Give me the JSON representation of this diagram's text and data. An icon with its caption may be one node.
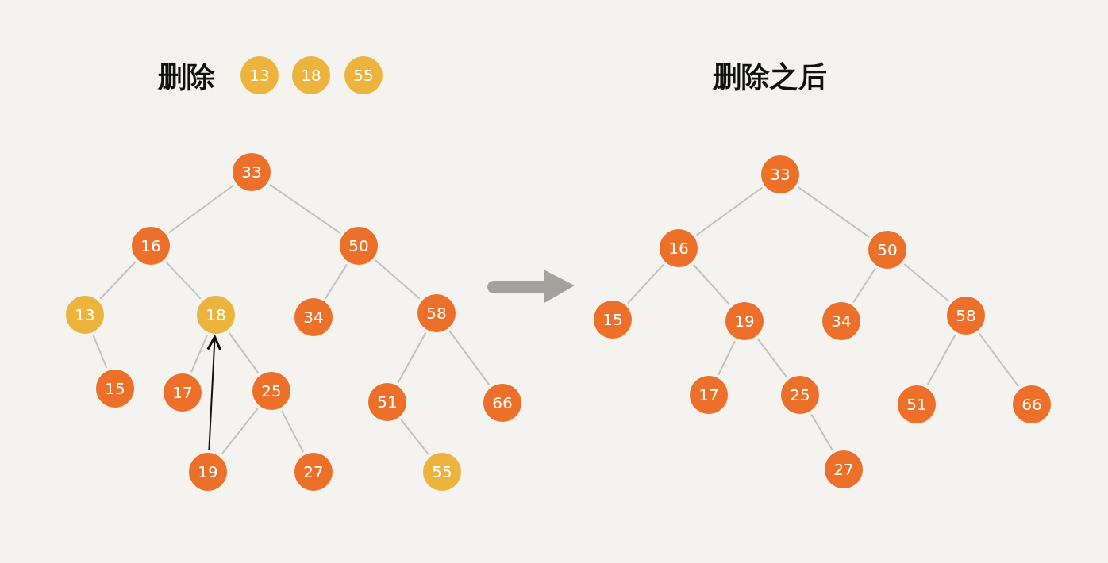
{
  "diagram": {
    "nodes": [
      {
        "text": [
          "13"
        ]
      },
      {
        "text": [
          "18"
        ]
      },
      {
        "text": [
          "55"
        ]
      },
      {
        "text": [
          "33"
        ]
      },
      {
        "text": [
          "16"
        ]
      },
      {
        "text": [
          "50"
        ]
      },
      {
        "text": [
          "13"
        ]
      },
      {
        "text": [
          "18"
        ]
      },
      {
        "text": [
          "34"
        ]
      },
      {
        "text": [
          "58"
        ]
      },
      {
        "text": [
          "15"
        ]
      },
      {
        "text": [
          "17"
        ]
      },
      {
        "text": [
          "25"
        ]
      },
      {
        "text": [
          "51"
        ]
      },
      {
        "text": [
          "66"
        ]
      },
      {
        "text": [
          "19"
        ]
      },
      {
        "text": [
          "27"
        ]
      },
      {
        "text": [
          "55"
        ]
      },
      {
        "text": [
          "33"
        ]
      },
      {
        "text": [
          "16"
        ]
      },
      {
        "text": [
          "50"
        ]
      },
      {
        "text": [
          "15"
        ]
      },
      {
        "text": [
          "19"
        ]
      },
      {
        "text": [
          "34"
        ]
      },
      {
        "text": [
          "58"
        ]
      },
      {
        "text": [
          "17"
        ]
      },
      {
        "text": [
          "25"
        ]
      },
      {
        "text": [
          "51"
        ]
      },
      {
        "text": [
          "66"
        ]
      },
      {
        "text": [
          "27"
        ]
      }
    ],
    "edges": [
      {
        "from": 3,
        "to": 4,
        "arrow": "none"
      },
      {
        "from": 3,
        "to": 5,
        "arrow": "none"
      },
      {
        "from": 4,
        "to": 6,
        "arrow": "none"
      },
      {
        "from": 4,
        "to": 7,
        "arrow": "none"
      },
      {
        "from": 5,
        "to": 8,
        "arrow": "none"
      },
      {
        "from": 5,
        "to": 9,
        "arrow": "none"
      },
      {
        "from": 6,
        "to": 10,
        "arrow": "none"
      },
      {
        "from": 7,
        "to": 11,
        "arrow": "none"
      },
      {
        "from": 7,
        "to": 12,
        "arrow": "none"
      },
      {
        "from": 12,
        "to": 15,
        "arrow": "none"
      },
      {
        "from": 12,
        "to": 16,
        "arrow": "none"
      },
      {
        "from": 9,
        "to": 13,
        "arrow": "none"
      },
      {
        "from": 9,
        "to": 14,
        "arrow": "none"
      },
      {
        "from": 13,
        "to": 17,
        "arrow": "none"
      },
      {
        "from": 15,
        "to": 7,
        "arrow": "to",
        "color": "#111111"
      },
      {
        "from": 18,
        "to": 19,
        "arrow": "none"
      },
      {
        "from": 18,
        "to": 20,
        "arrow": "none"
      },
      {
        "from": 19,
        "to": 21,
        "arrow": "none"
      },
      {
        "from": 19,
        "to": 22,
        "arrow": "none"
      },
      {
        "from": 20,
        "to": 23,
        "arrow": "none"
      },
      {
        "from": 20,
        "to": 24,
        "arrow": "none"
      },
      {
        "from": 22,
        "to": 25,
        "arrow": "none"
      },
      {
        "from": 22,
        "to": 26,
        "arrow": "none"
      },
      {
        "from": 26,
        "to": 29,
        "arrow": "none"
      },
      {
        "from": 24,
        "to": 27,
        "arrow": "none"
      },
      {
        "from": 24,
        "to": 28,
        "arrow": "none"
      }
    ],
    "labels": [
      "删除",
      "删除之后"
    ]
  }
}
